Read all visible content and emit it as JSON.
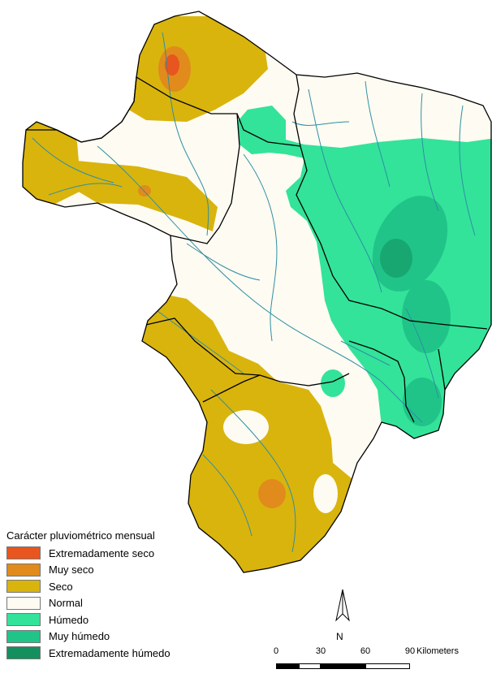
{
  "map": {
    "colors": {
      "normal": "#fdfbf2",
      "seco": "#d9b40d",
      "muy_seco": "#e08b1c",
      "extremadamente_seco": "#e8551e",
      "humedo": "#33e39a",
      "muy_humedo": "#20c488",
      "extremadamente_humedo": "#13905e",
      "river": "#2e8fa3",
      "border": "#000000"
    }
  },
  "legend": {
    "title": "Carácter pluviométrico mensual",
    "items": [
      {
        "label": "Extremadamente seco",
        "color": "#e8551e"
      },
      {
        "label": "Muy seco",
        "color": "#e08b1c"
      },
      {
        "label": "Seco",
        "color": "#d9b40d"
      },
      {
        "label": "Normal",
        "color": "#fdfbf2"
      },
      {
        "label": "Húmedo",
        "color": "#33e39a"
      },
      {
        "label": "Muy húmedo",
        "color": "#20c488"
      },
      {
        "label": "Extremadamente húmedo",
        "color": "#13905e"
      }
    ]
  },
  "north_arrow": {
    "label": "N"
  },
  "scale_bar": {
    "ticks": [
      "0",
      "30",
      "60",
      "90"
    ],
    "unit": "Kilometers"
  }
}
